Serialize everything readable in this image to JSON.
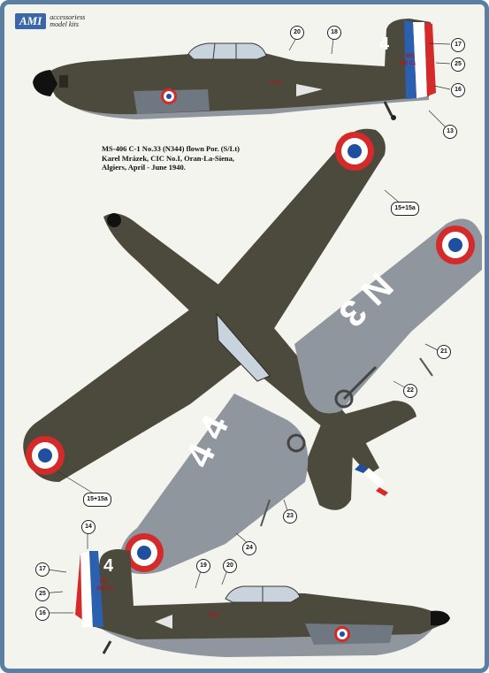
{
  "brand": {
    "logo": "AMI",
    "line1": "accessoriess",
    "line2": "model kits"
  },
  "caption": {
    "lines": [
      "MS-406 C-1 No.33 (N344) flown Por. (S/Lt)",
      "Karel Mrázek, CIC No.I, Oran-La-Siena,",
      "Algiers,  April - June 1940."
    ]
  },
  "markings": {
    "tail_number": "4",
    "wing_code_right": "N 3",
    "wing_code_left": "4 4",
    "fin_type": "MS",
    "fin_serial": "406 C1",
    "fuselage_code": "N-33"
  },
  "callouts": {
    "c20_top": "20",
    "c18_top": "18",
    "c17_top": "17",
    "c25_top": "25",
    "c16_top": "16",
    "c13": "13",
    "c15_top": "15+15a",
    "c21": "21",
    "c22": "22",
    "c15_bottom": "15+15a",
    "c23": "23",
    "c24": "24",
    "c14": "14",
    "c19": "19",
    "c20_bottom": "20",
    "c17_bottom": "17",
    "c25_bottom": "25",
    "c16_bottom": "16"
  },
  "colors": {
    "frame": "#5a7fa3",
    "camouflage": "#4b4a3c",
    "underside": "#8f969e",
    "cockade_blue": "#1f4f9e",
    "cockade_red": "#d42a2a"
  }
}
